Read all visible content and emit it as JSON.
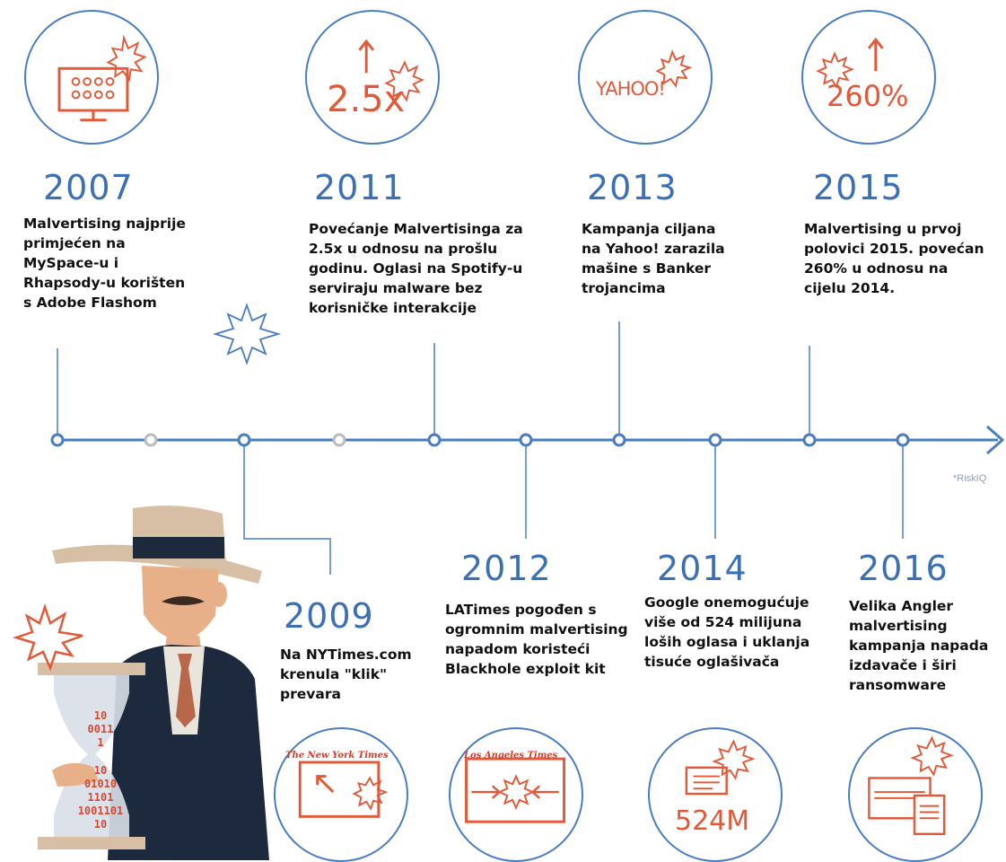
{
  "events": [
    {
      "year": "2007",
      "text": "Malvertising najprije\nprimjećen na\nMySpace-u i\nRhapsody-u korišten\ns Adobe Flashom"
    },
    {
      "year": "2009",
      "text": "Na NYTimes.com\nkrenula \"klik\"\nprevara"
    },
    {
      "year": "2011",
      "text": "Povećanje Malvertisinga za\n2.5x u odnosu na prošlu\ngodinu. Oglasi na Spotify-u\nserviraju malware bez\nkorisničke interakcije"
    },
    {
      "year": "2012",
      "text": "LATimes pogođen s\nogromnim malvertising\nnapadom koristeći\nBlackhole exploit kit"
    },
    {
      "year": "2013",
      "text": "Kampanja ciljana\nna Yahoo! zarazila\nmašine s Banker\ntrojancima"
    },
    {
      "year": "2014",
      "text": "Google onemogućuje\nviše od 524 milijuna\nloših oglasa i uklanja\ntisuće oglašivača"
    },
    {
      "year": "2015",
      "text": "Malvertising u prvoj\npolovici 2015. povećan\n260% u odnosu na\ncijelu 2014."
    },
    {
      "year": "2016",
      "text": "Velika Angler\nmalvertising\nkampanja napada\nizdavače i širi\nransomware"
    }
  ],
  "badges": {
    "b2011": "2.5x",
    "b2013": "YAHOO!",
    "b2015": "260%",
    "b2014": "524M",
    "nyt": "The New York Times",
    "lat": "Los Angeles Times"
  },
  "hourglass_bits": [
    "10",
    "0011",
    "1",
    "10",
    "01010",
    "1101",
    "1001101",
    "10"
  ],
  "credit": "*RiskIQ",
  "colors": {
    "blue": "#3b6fb6",
    "line": "#4a7cc0",
    "accent": "#e05a3a",
    "grey": "#bbbbbb"
  }
}
